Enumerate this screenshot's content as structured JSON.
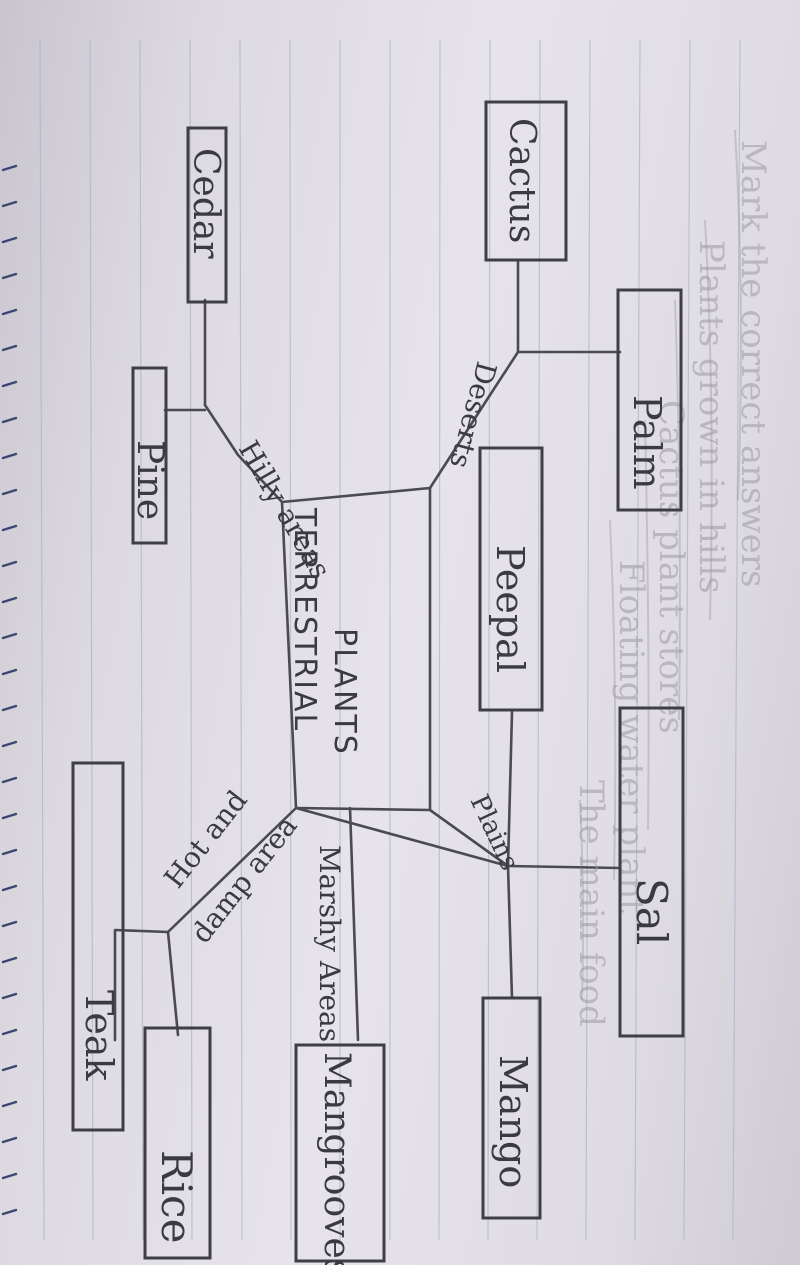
{
  "center": {
    "line1": "TERRESTRIAL",
    "line2": "PLANTS"
  },
  "branches": {
    "hilly": {
      "label": "Hilly areas",
      "items": [
        "Pine",
        "Cedar"
      ]
    },
    "deserts": {
      "label": "Deserts",
      "items": [
        "Cactus",
        "Palm"
      ]
    },
    "plains": {
      "label": "Plains",
      "items": [
        "Peepal",
        "Sal",
        "Mango"
      ]
    },
    "marshy": {
      "label": "Marshy Areas",
      "items": [
        "Mangrooves"
      ]
    },
    "hot_damp": {
      "label_line1": "Hot and",
      "label_line2": "damp area",
      "items": [
        "Teak",
        "Rice"
      ]
    }
  },
  "colors": {
    "ink": "#3a3a40",
    "paper": "#e2dfe6",
    "rule_line": "#a9b4cc",
    "spiral": "#3d4670"
  }
}
